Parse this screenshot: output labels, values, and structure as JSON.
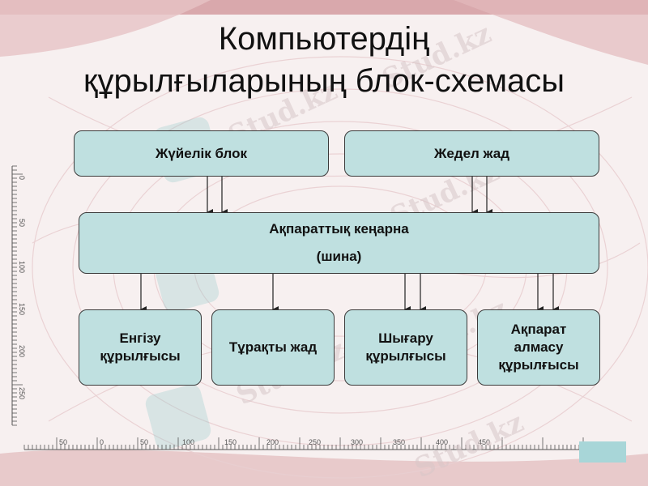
{
  "title": {
    "line1": "Компьютердің",
    "line2": "құрылғыларының блок-схемасы"
  },
  "boxes": {
    "system_block": "Жүйелік блок",
    "ram": "Жедел жад",
    "bus_line1": "Ақпараттық кеңарна",
    "bus_line2": "(шина)",
    "input_line1": "Енгізу",
    "input_line2": "құрылғысы",
    "rom": "Тұрақты жад",
    "output_line1": "Шығару",
    "output_line2": "құрылғысы",
    "exchange_line1": "Ақпарат",
    "exchange_line2": "алмасу",
    "exchange_line3": "құрылғысы"
  },
  "watermark": "Stud.kz",
  "colors": {
    "box_fill": "#bfe0e0",
    "background": "#f6efef",
    "accent": "#a8d6d8"
  },
  "ruler": {
    "horizontal_labels": [
      "50",
      "0",
      "50",
      "100",
      "150",
      "200",
      "250",
      "300",
      "350",
      "400",
      "450"
    ],
    "vertical_labels": [
      "0",
      "50",
      "100",
      "150",
      "200",
      "250"
    ]
  }
}
